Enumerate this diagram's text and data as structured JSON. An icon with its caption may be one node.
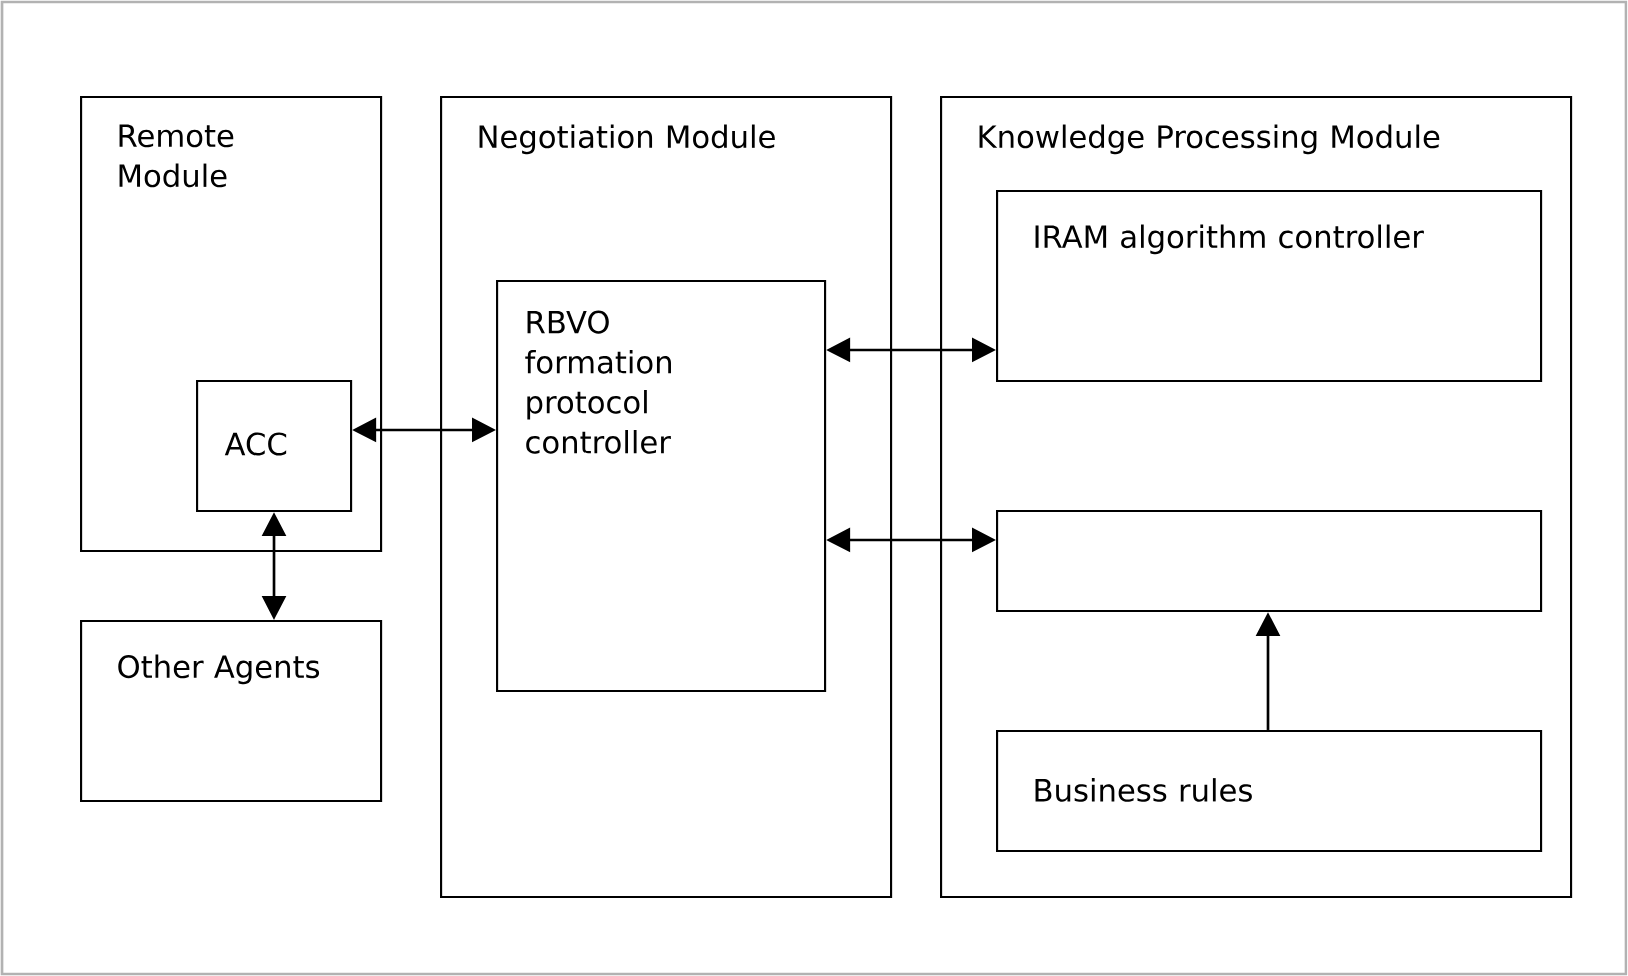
{
  "diagram": {
    "nodes": [
      {
        "text": [
          "Remote Module"
        ]
      },
      {
        "text": [
          "ACC"
        ],
        "in": 0
      },
      {
        "text": [
          "Other Agents"
        ]
      },
      {
        "text": [
          "Negotiation Module"
        ]
      },
      {
        "text": [
          "RBVO formation protocol controller"
        ],
        "in": 3
      },
      {
        "text": [
          "Knowledge Processing Module"
        ]
      },
      {
        "text": [
          "IRAM algorithm controller"
        ],
        "in": 5
      },
      {
        "text": [],
        "shape": "box",
        "in": 5
      },
      {
        "text": [
          "Business rules"
        ],
        "in": 5
      }
    ],
    "edges": [
      {
        "from": 1,
        "to": 4,
        "arrow": "both"
      },
      {
        "from": 1,
        "to": 2,
        "arrow": "both"
      },
      {
        "from": 4,
        "to": 6,
        "arrow": "both"
      },
      {
        "from": 4,
        "to": 7,
        "arrow": "both"
      },
      {
        "from": 8,
        "to": 7,
        "arrow": "to"
      }
    ]
  }
}
